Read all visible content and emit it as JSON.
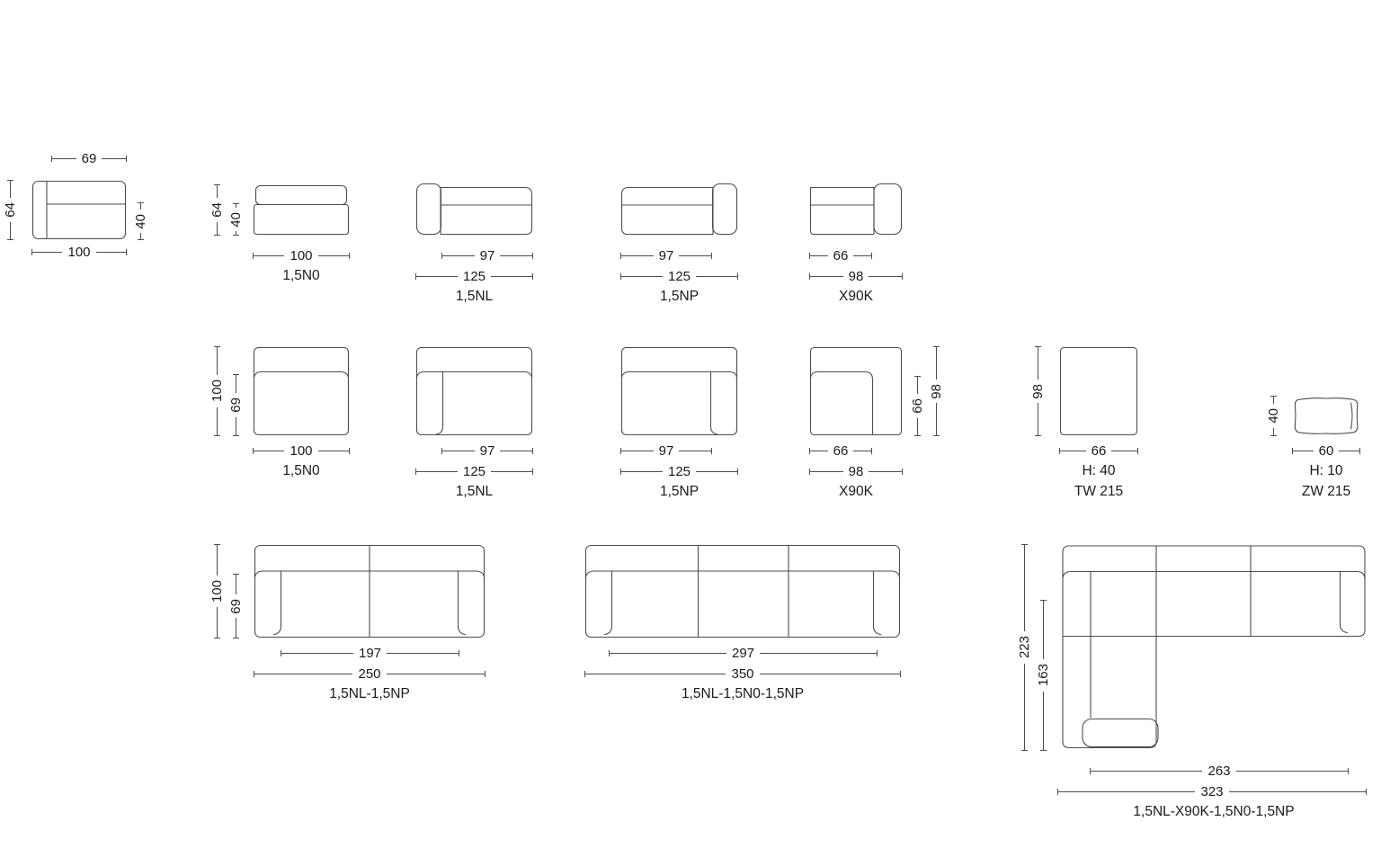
{
  "palette": {
    "background": "#ffffff",
    "line": "#4d4d4d",
    "text": "#1a1a1a"
  },
  "figures": {
    "side": {
      "seat_depth": "69",
      "height": "64",
      "seat_height": "40",
      "depth": "100"
    },
    "front_n0": {
      "height": "64",
      "seat_height": "40",
      "width": "100",
      "label": "1,5N0"
    },
    "front_nl": {
      "seat_width": "97",
      "width": "125",
      "label": "1,5NL"
    },
    "front_np": {
      "seat_width": "97",
      "width": "125",
      "label": "1,5NP"
    },
    "front_x90k": {
      "seat_width": "66",
      "width": "98",
      "label": "X90K"
    },
    "top_n0": {
      "depth": "100",
      "seat_depth": "69",
      "width": "100",
      "label": "1,5N0"
    },
    "top_nl": {
      "seat_width": "97",
      "width": "125",
      "label": "1,5NL"
    },
    "top_np": {
      "seat_width": "97",
      "width": "125",
      "label": "1,5NP"
    },
    "top_x90k": {
      "seat_depth": "66",
      "depth": "98",
      "seat_width": "66",
      "width": "98",
      "label": "X90K"
    },
    "pouf": {
      "depth": "98",
      "width": "66",
      "height_label": "H: 40",
      "label": "TW 215"
    },
    "pillow": {
      "depth": "40",
      "width": "60",
      "height_label": "H: 10",
      "label": "ZW 215"
    },
    "combo2": {
      "depth": "100",
      "seat_depth": "69",
      "seat_width": "197",
      "width": "250",
      "label": "1,5NL-1,5NP"
    },
    "combo3": {
      "seat_width": "297",
      "width": "350",
      "label": "1,5NL-1,5N0-1,5NP"
    },
    "corner": {
      "depth": "223",
      "inner_depth": "163",
      "inner_width": "263",
      "width": "323",
      "label": "1,5NL-X90K-1,5N0-1,5NP"
    }
  }
}
